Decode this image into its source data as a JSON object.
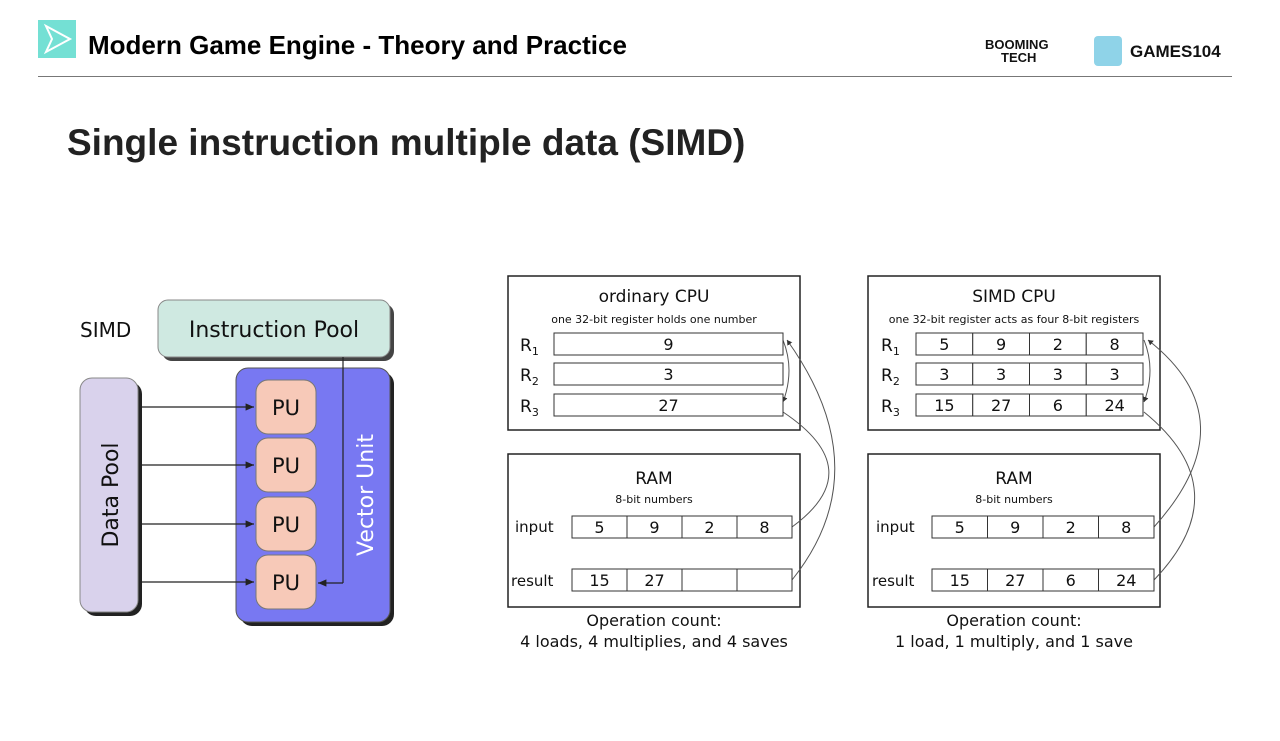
{
  "header": {
    "title": "Modern Game Engine - Theory and Practice",
    "brand1_line1": "BOOMING",
    "brand1_line2": "TECH",
    "brand2": "GAMES104"
  },
  "slide_title": "Single instruction multiple data (SIMD)",
  "left_diagram": {
    "label": "SIMD",
    "instruction_pool": "Instruction Pool",
    "data_pool": "Data Pool",
    "vector_unit": "Vector Unit",
    "pu": [
      "PU",
      "PU",
      "PU",
      "PU"
    ]
  },
  "ordinary": {
    "title": "ordinary CPU",
    "subtitle": "one 32-bit register holds one number",
    "reg_labels": [
      "R",
      "R",
      "R"
    ],
    "reg_subs": [
      "1",
      "2",
      "3"
    ],
    "regs": [
      "9",
      "3",
      "27"
    ],
    "ram_title": "RAM",
    "ram_subtitle": "8-bit numbers",
    "input_label": "input",
    "result_label": "result",
    "input": [
      "5",
      "9",
      "2",
      "8"
    ],
    "result": [
      "15",
      "27",
      "",
      ""
    ],
    "op1": "Operation count:",
    "op2": "4 loads, 4 multiplies, and 4 saves"
  },
  "simd": {
    "title": "SIMD CPU",
    "subtitle": "one 32-bit register acts as four 8-bit registers",
    "reg_labels": [
      "R",
      "R",
      "R"
    ],
    "reg_subs": [
      "1",
      "2",
      "3"
    ],
    "r1": [
      "5",
      "9",
      "2",
      "8"
    ],
    "r2": [
      "3",
      "3",
      "3",
      "3"
    ],
    "r3": [
      "15",
      "27",
      "6",
      "24"
    ],
    "ram_title": "RAM",
    "ram_subtitle": "8-bit numbers",
    "input_label": "input",
    "result_label": "result",
    "input": [
      "5",
      "9",
      "2",
      "8"
    ],
    "result": [
      "15",
      "27",
      "6",
      "24"
    ],
    "op1": "Operation count:",
    "op2": "1 load, 1 multiply, and 1 save"
  }
}
